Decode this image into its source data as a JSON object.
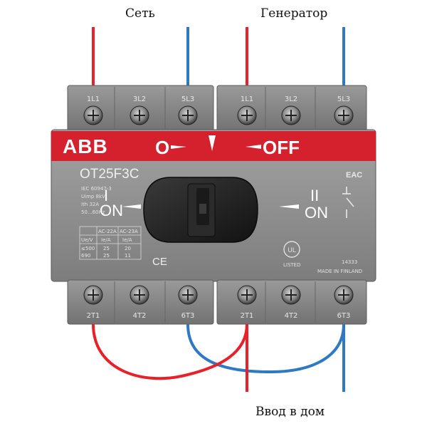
{
  "captions": {
    "grid": "Сеть",
    "generator": "Генератор",
    "house": "Ввод в дом"
  },
  "device": {
    "brand": "ABB",
    "model": "OT25F3C",
    "position_off_left": "O",
    "position_off_right": "OFF",
    "position_1": "I",
    "position_1_label": "ON",
    "position_2": "II",
    "position_2_label": "ON",
    "spec_lines": [
      "IEC 60947-3",
      "Uimp 8kV",
      "Ith 32A",
      "50...60Hz"
    ],
    "table_headers": [
      "Ue/V",
      "Ie/A",
      "Ie/A"
    ],
    "table_categories": [
      "AC-22A",
      "AC-23A"
    ],
    "table_rows": [
      [
        "≤500",
        "25",
        "20"
      ],
      [
        "690",
        "25",
        "11"
      ]
    ],
    "ce_mark": "CE",
    "eac_mark": "EAC",
    "ul_text": "LISTED",
    "serial": "14333",
    "origin": "MADE IN FINLAND"
  },
  "terminals": {
    "top_left": [
      "1L1",
      "3L2",
      "5L3"
    ],
    "top_right": [
      "1L1",
      "3L2",
      "5L3"
    ],
    "bottom_left": [
      "2T1",
      "4T2",
      "6T3"
    ],
    "bottom_right": [
      "2T1",
      "4T2",
      "6T3"
    ]
  },
  "colors": {
    "phase_wire": "#e8202a",
    "neutral_wire": "#2f78c4",
    "housing": "#8c8c8c",
    "label_band": "#d5202d",
    "handle": "#1f1f1f"
  }
}
